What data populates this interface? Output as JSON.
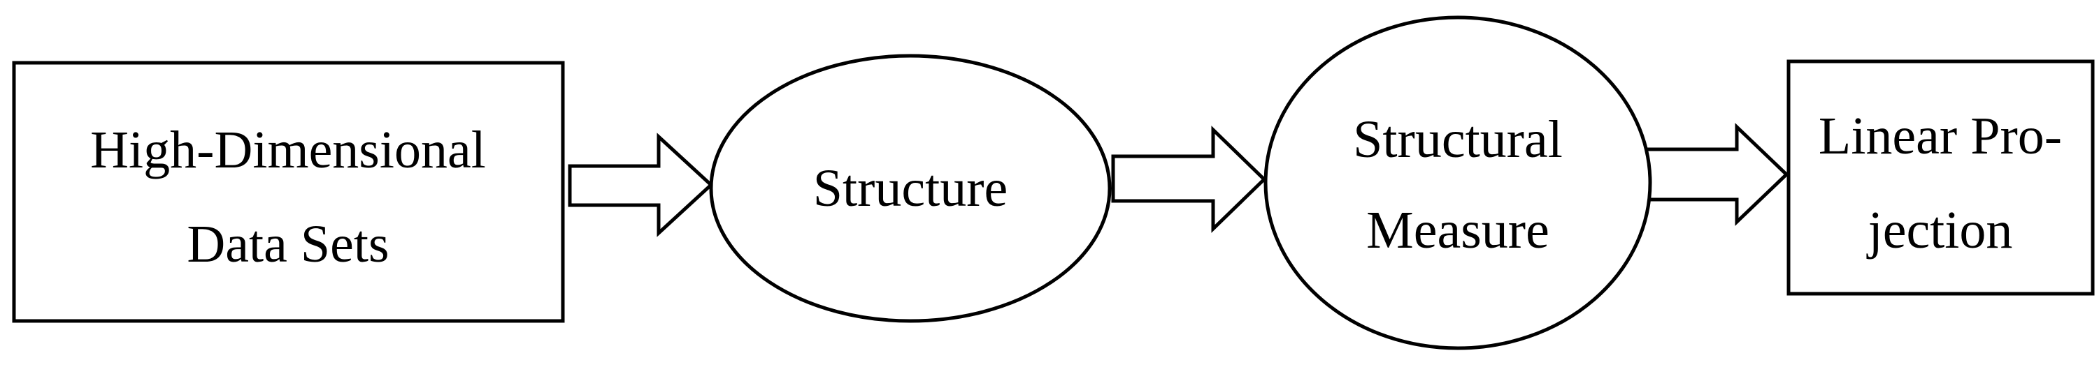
{
  "diagram": {
    "nodes": [
      {
        "id": "data-sets",
        "shape": "rectangle",
        "lines": [
          "High-Dimensional",
          "Data Sets"
        ]
      },
      {
        "id": "structure",
        "shape": "ellipse",
        "lines": [
          "Structure"
        ]
      },
      {
        "id": "structural-measure",
        "shape": "ellipse",
        "lines": [
          "Structural",
          "Measure"
        ]
      },
      {
        "id": "linear-projection",
        "shape": "rectangle",
        "lines": [
          "Linear Pro-",
          "jection"
        ]
      }
    ],
    "edges": [
      {
        "from": "data-sets",
        "to": "structure",
        "style": "hollow-block-arrow"
      },
      {
        "from": "structure",
        "to": "structural-measure",
        "style": "hollow-block-arrow"
      },
      {
        "from": "structural-measure",
        "to": "linear-projection",
        "style": "hollow-block-arrow"
      }
    ],
    "colors": {
      "stroke": "#000000",
      "fill": "#ffffff",
      "text": "#000000"
    }
  }
}
